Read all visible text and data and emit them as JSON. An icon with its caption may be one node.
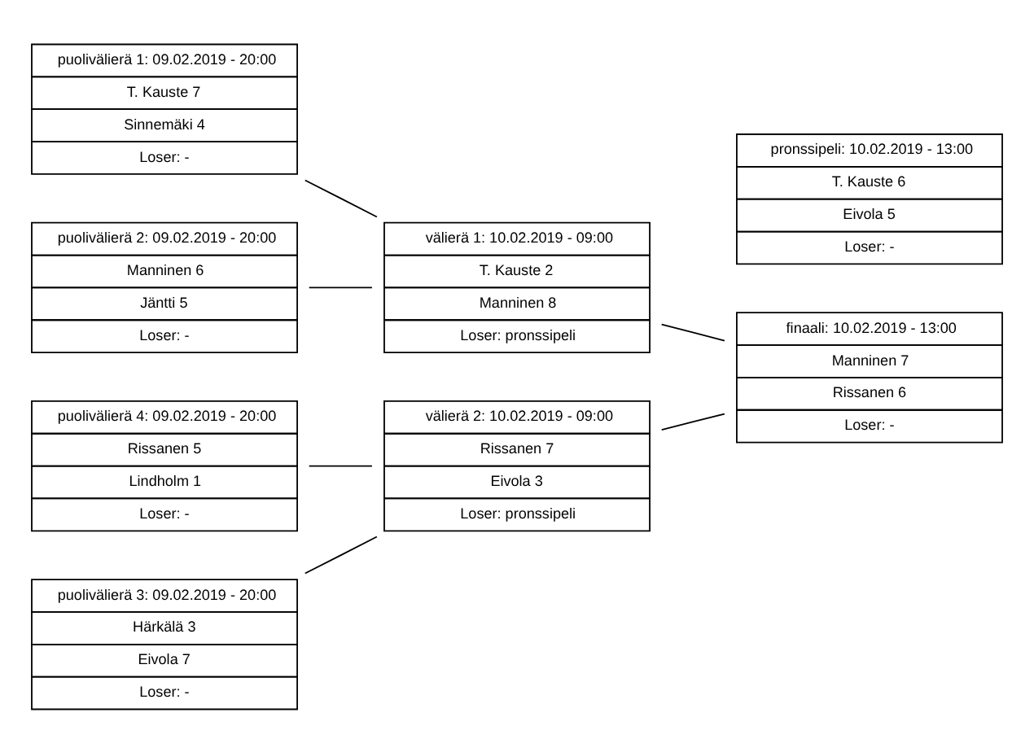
{
  "diagram": {
    "nodes": [
      {
        "text": [
          "puolivälierä 1: 09.02.2019 - 20:00",
          "T. Kauste 7",
          "Sinnemäki 4",
          "Loser: -"
        ]
      },
      {
        "text": [
          "puolivälierä 2: 09.02.2019 - 20:00",
          "Manninen 6",
          "Jäntti 5",
          "Loser: -"
        ]
      },
      {
        "text": [
          "välierä 1: 10.02.2019 - 09:00",
          "T. Kauste 2",
          "Manninen 8",
          "Loser: pronssipeli"
        ]
      },
      {
        "text": [
          "pronssipeli: 10.02.2019 - 13:00",
          "T. Kauste 6",
          "Eivola 5",
          "Loser: -"
        ]
      },
      {
        "text": [
          "puolivälierä 4: 09.02.2019 - 20:00",
          "Rissanen 5",
          "Lindholm 1",
          "Loser: -"
        ]
      },
      {
        "text": [
          "välierä 2: 10.02.2019 - 09:00",
          "Rissanen 7",
          "Eivola 3",
          "Loser: pronssipeli"
        ]
      },
      {
        "text": [
          "finaali: 10.02.2019 - 13:00",
          "Manninen 7",
          "Rissanen 6",
          "Loser: -"
        ]
      },
      {
        "text": [
          "puolivälierä 3: 09.02.2019 - 20:00",
          "Härkälä 3",
          "Eivola 7",
          "Loser: -"
        ]
      }
    ],
    "edges": [
      {
        "from": 0,
        "to": 2,
        "arrow": "none"
      },
      {
        "from": 1,
        "to": 2,
        "arrow": "none"
      },
      {
        "from": 4,
        "to": 5,
        "arrow": "none"
      },
      {
        "from": 7,
        "to": 5,
        "arrow": "none"
      },
      {
        "from": 2,
        "to": 6,
        "arrow": "none"
      },
      {
        "from": 5,
        "to": 6,
        "arrow": "none"
      }
    ]
  }
}
